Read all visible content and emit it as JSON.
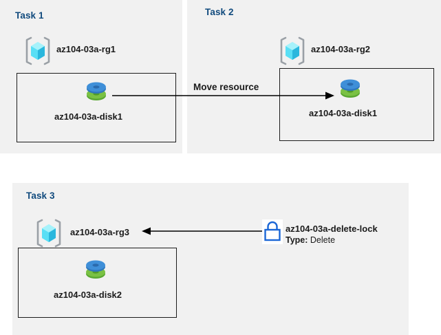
{
  "diagram": {
    "title_color": "#104a7d",
    "panel_bg": "#f1f1f1",
    "page_bg": "#ffffff",
    "cube_color": "#5ce1f5",
    "disk_top_color": "#3f8fd8",
    "disk_bottom_color": "#6cb93b",
    "lock_color": "#1a66d6"
  },
  "tasks": [
    {
      "title": "Task 1",
      "resource_group": {
        "icon": "resource-group-cube-icon",
        "label": "az104-03a-rg1"
      },
      "resource": {
        "icon": "managed-disk-icon",
        "label": "az104-03a-disk1"
      }
    },
    {
      "title": "Task 2",
      "resource_group": {
        "icon": "resource-group-cube-icon",
        "label": "az104-03a-rg2"
      },
      "resource": {
        "icon": "managed-disk-icon",
        "label": "az104-03a-disk1"
      }
    },
    {
      "title": "Task 3",
      "resource_group": {
        "icon": "resource-group-cube-icon",
        "label": "az104-03a-rg3"
      },
      "resource": {
        "icon": "managed-disk-icon",
        "label": "az104-03a-disk2"
      }
    }
  ],
  "connectors": {
    "move": {
      "label": "Move resource",
      "icon": "arrow-right-icon"
    },
    "lock_link": {
      "icon": "arrow-left-icon"
    }
  },
  "lock": {
    "icon": "padlock-icon",
    "name": "az104-03a-delete-lock",
    "type_key": "Type:",
    "type_value": "Delete"
  }
}
